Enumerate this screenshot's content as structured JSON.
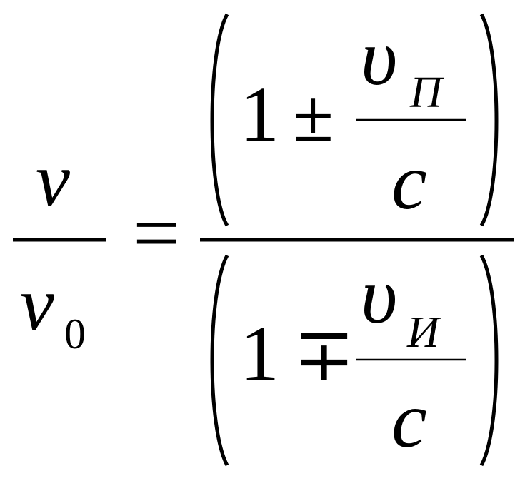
{
  "formula": {
    "lhs": {
      "numerator": "ν",
      "denominator_symbol": "ν",
      "denominator_subscript": "0"
    },
    "equals": "=",
    "rhs": {
      "numerator": {
        "one": "1",
        "operator": "±",
        "velocity_symbol": "υ",
        "velocity_subscript": "П",
        "divisor": "c"
      },
      "denominator": {
        "one": "1",
        "operator": "∓",
        "velocity_symbol": "υ",
        "velocity_subscript": "И",
        "divisor": "c"
      }
    }
  }
}
